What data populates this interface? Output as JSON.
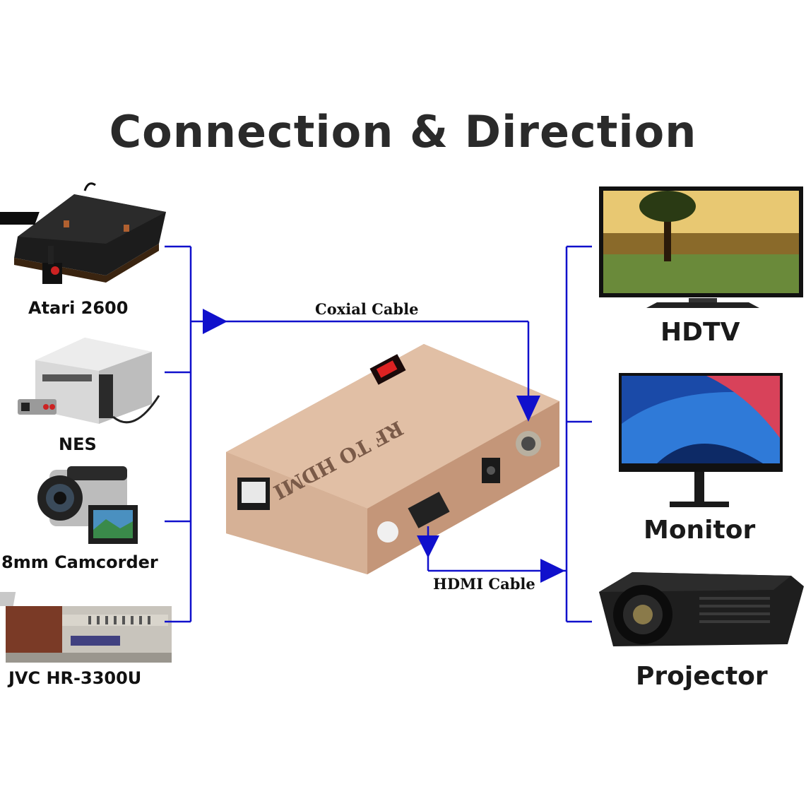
{
  "title": "Connection & Direction",
  "sources": [
    {
      "label": "Atari 2600",
      "icon": "atari-2600-console-icon"
    },
    {
      "label": "NES",
      "icon": "nes-console-icon"
    },
    {
      "label": "8mm Camcorder",
      "icon": "camcorder-icon"
    },
    {
      "label": "JVC HR-3300U",
      "icon": "vcr-icon"
    }
  ],
  "outputs": [
    {
      "label": "HDTV",
      "icon": "hdtv-icon"
    },
    {
      "label": "Monitor",
      "icon": "monitor-icon"
    },
    {
      "label": "Projector",
      "icon": "projector-icon"
    }
  ],
  "cables": {
    "coaxial": "Coxial Cable",
    "hdmi": "HDMI Cable"
  },
  "device": {
    "face_text": "RF TO HDMI",
    "icon": "rf-to-hdmi-converter-box"
  },
  "colors": {
    "line": "#1010cc",
    "device_body": "#dcb294",
    "title": "#2a2a2a"
  }
}
